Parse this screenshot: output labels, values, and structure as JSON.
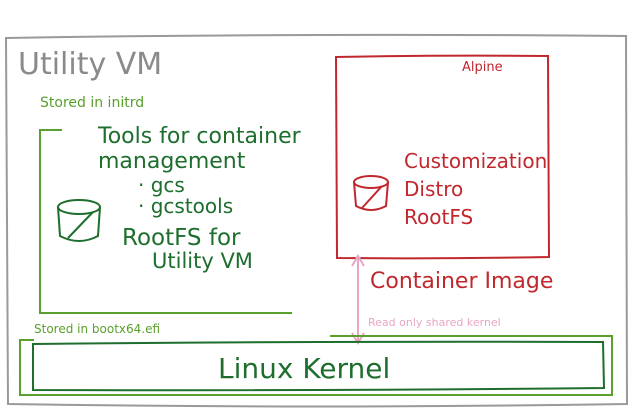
{
  "title": "Utility VM",
  "initrd_label": "Stored in initrd",
  "tools": {
    "line1": "Tools for container",
    "line2": "management",
    "bullet1": "· gcs",
    "bullet2": "· gcstools"
  },
  "rootfs": {
    "line1": "RootFS for",
    "line2": "Utility VM"
  },
  "alpine_label": "Alpine",
  "container": {
    "line1": "Customization",
    "line2": "Distro",
    "line3": "RootFS"
  },
  "container_image_label": "Container Image",
  "bootx_label": "Stored in bootx64.efi",
  "read_only_label": "Read only shared kernel",
  "kernel_label": "Linux Kernel",
  "colors": {
    "outline": "#9a9a9a",
    "title": "#8a8a8a",
    "green_light": "#5aa02c",
    "green_dark": "#1e6e2e",
    "red": "#c0282d",
    "pink": "#e8a6c4"
  },
  "icons": [
    "database-icon",
    "database-icon"
  ]
}
